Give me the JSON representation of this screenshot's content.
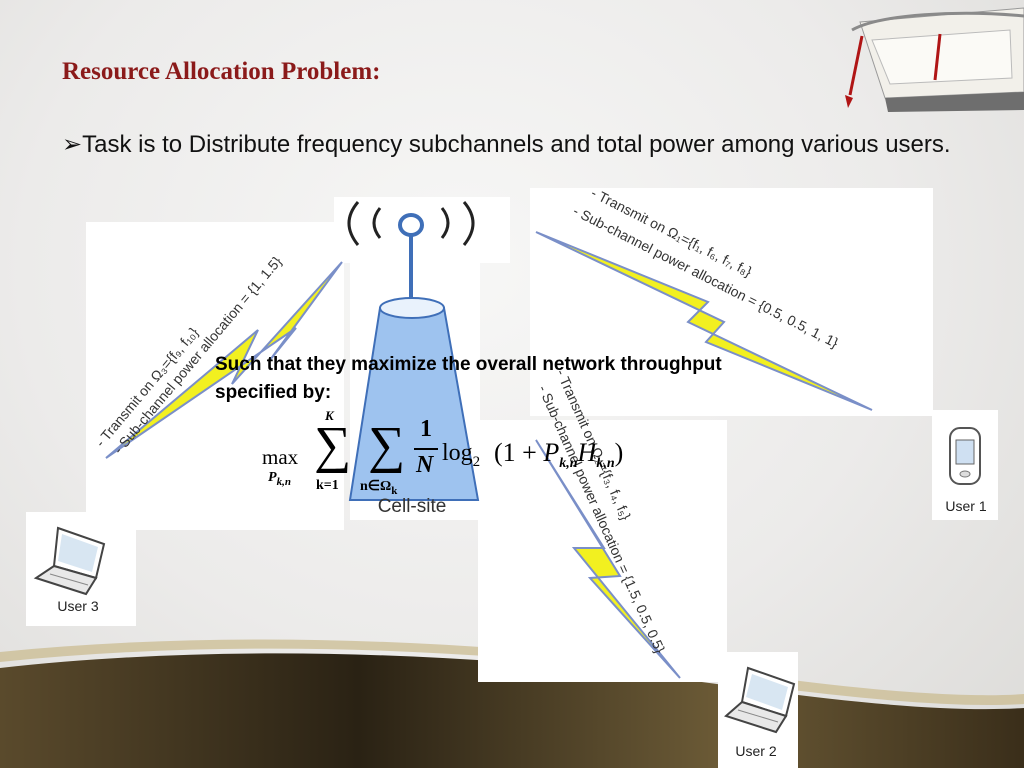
{
  "slide": {
    "title": "Resource Allocation Problem:",
    "bullet_marker": "➢",
    "bullet_text": "Task is to Distribute frequency subchannels and total power among various users.",
    "callout_text": "Such that they maximize the overall network throughput specified by:"
  },
  "diagram": {
    "cell_site_label": "Cell-site",
    "users": [
      {
        "label": "User 1",
        "device": "mobile-phone-icon"
      },
      {
        "label": "User 2",
        "device": "laptop-icon"
      },
      {
        "label": "User 3",
        "device": "laptop-icon"
      }
    ],
    "links": [
      {
        "user": "User 1",
        "transmit": "- Transmit on Ω₁={f₁, f₆, f₇, f₈}",
        "power": "- Sub-channel power allocation = {0.5, 0.5, 1, 1}"
      },
      {
        "user": "User 2",
        "transmit": "- Transmit on Ω₂={f₃, f₄, f₅}",
        "power": "- Sub-channel power allocation = {1.5, 0.5, 0.5}"
      },
      {
        "user": "User 3",
        "transmit": "- Transmit on Ω₃={f₉, f₁₀}",
        "power": "- Sub-channel power allocation = {1, 1.5}"
      }
    ]
  },
  "formula": {
    "max": "max",
    "max_sub": "P",
    "max_sub2": "k,n",
    "sum1_top": "K",
    "sum1_bottom": "k=1",
    "sum2_bottom": "n∈Ω",
    "sum2_bottom_sub": "k",
    "frac_num": "1",
    "frac_den": "N",
    "log": "log",
    "log_base": "2",
    "paren_open": "(",
    "one_plus": "1 + ",
    "p": "P",
    "p_sub": "k,n",
    "h": "H",
    "h_sub": "k,n",
    "paren_close": ")"
  },
  "colors": {
    "title": "#8b1a1a",
    "lightning_fill": "#f2f020",
    "lightning_stroke": "#7a8fc8",
    "tower_fill": "#9ec3ef",
    "tower_stroke": "#3f6fb8"
  }
}
